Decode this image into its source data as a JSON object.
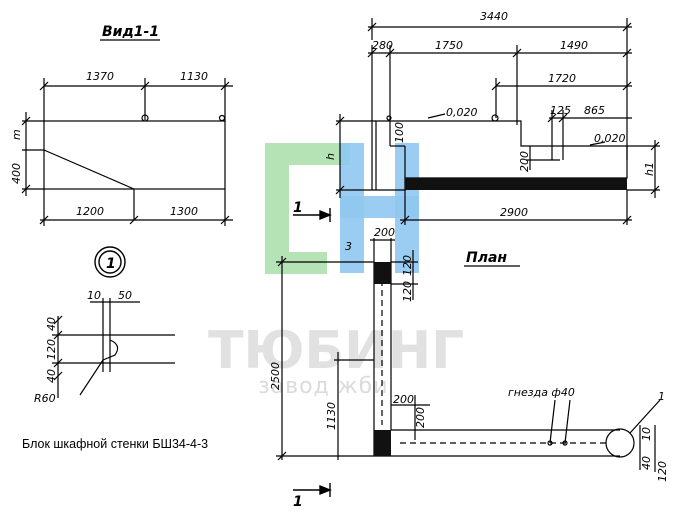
{
  "caption": "Блок шкафной стенки БШ34-4-3",
  "views": {
    "view1_title": "Вид1-1",
    "plan_title": "План",
    "detail_marker": "1"
  },
  "dimensions": {
    "view1": {
      "top_left": "1370",
      "top_right": "1130",
      "bottom_left": "1200",
      "bottom_right": "1300",
      "height": "400",
      "m": "m"
    },
    "detail": {
      "w10": "10",
      "w50": "50",
      "h40": "40",
      "h120": "120",
      "h40b": "40",
      "radius": "R60"
    },
    "elevation": {
      "total": "3440",
      "d280": "280",
      "d1750": "1750",
      "d1490": "1490",
      "d1720": "1720",
      "slope1": "0,020",
      "slope2": "0,020",
      "d125": "125",
      "d865": "865",
      "d100": "100",
      "d200": "200",
      "h": "h",
      "h1": "h1",
      "d2900": "2900"
    },
    "plan": {
      "d2500": "2500",
      "d200": "200",
      "d120a": "120",
      "d120b": "120",
      "d1130": "1130",
      "d200b": "200",
      "d200c": "200",
      "d10": "10",
      "d40": "40",
      "d120c": "120"
    }
  },
  "labels": {
    "section_arrow_top": "1",
    "section_arrow_bottom": "1",
    "marker_3": "3",
    "marker_1_plan": "1",
    "nests": "гнезда ф40"
  },
  "watermark": {
    "line1": "ТЮБИНГ",
    "line2": "завод жби"
  },
  "colors": {
    "logo_green": "#b5e3b5",
    "logo_blue": "#8fc8ef",
    "line": "#000000",
    "watermark": "#c9c9c9"
  }
}
